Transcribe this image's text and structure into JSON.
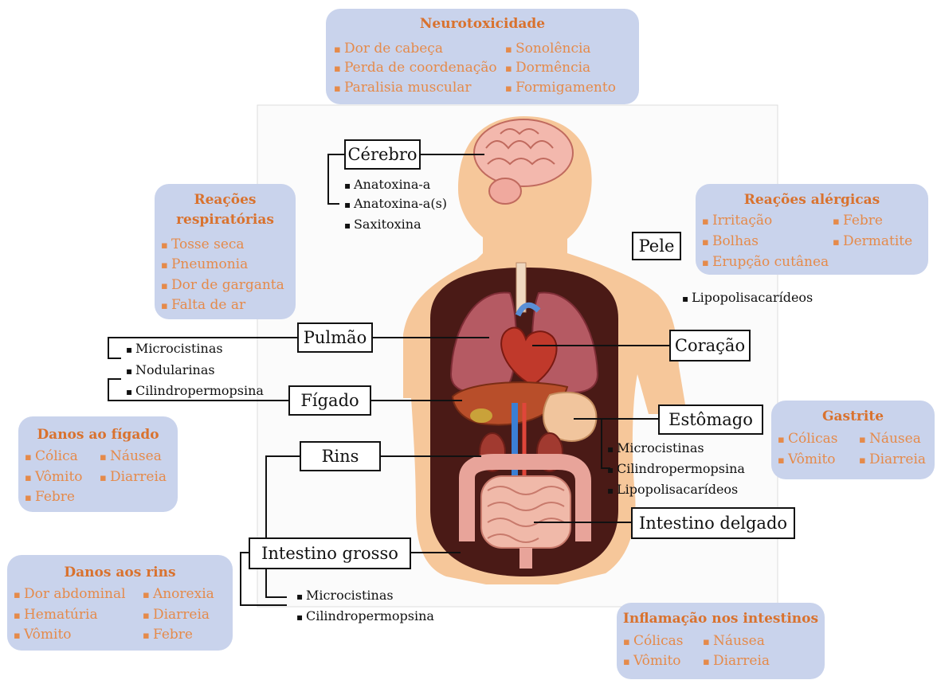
{
  "organs": {
    "cerebro": "Cérebro",
    "pele": "Pele",
    "pulmao": "Pulmão",
    "coracao": "Coração",
    "figado": "Fígado",
    "estomago": "Estômago",
    "rins": "Rins",
    "intestino_delgado": "Intestino delgado",
    "intestino_grosso": "Intestino grosso"
  },
  "toxins": {
    "cerebro": [
      "Anatoxina-a",
      "Anatoxina-a(s)",
      "Saxitoxina"
    ],
    "pele": [
      "Lipopolisacarídeos"
    ],
    "pulmao_figado": [
      "Microcistinas",
      "Nodularinas",
      "Cilindropermopsina"
    ],
    "estomago": [
      "Microcistinas",
      "Cilindropermopsina",
      "Lipopolisacarídeos"
    ],
    "intestino": [
      "Microcistinas",
      "Cilindropermopsina"
    ]
  },
  "effects": {
    "neuro": {
      "title": "Neurotoxicidade",
      "items": [
        "Dor de cabeça",
        "Sonolência",
        "Perda de coordenação",
        "Dormência",
        "Paralisia muscular",
        "Formigamento"
      ]
    },
    "resp": {
      "title_line1": "Reações",
      "title_line2": "respiratórias",
      "items": [
        "Tosse seca",
        "Pneumonia",
        "Dor de garganta",
        "Falta de ar"
      ]
    },
    "alerg": {
      "title": "Reações alérgicas",
      "items": [
        "Irritação",
        "Febre",
        "Bolhas",
        "Dermatite",
        "Erupção cutânea"
      ]
    },
    "figado": {
      "title": "Danos ao fígado",
      "items": [
        "Cólica",
        "Náusea",
        "Vômito",
        "Diarreia",
        "Febre"
      ]
    },
    "gastrite": {
      "title": "Gastrite",
      "items": [
        "Cólicas",
        "Náusea",
        "Vômito",
        "Diarreia"
      ]
    },
    "rins": {
      "title": "Danos aos rins",
      "items": [
        "Dor abdominal",
        "Anorexia",
        "Hematúria",
        "Diarreia",
        "Vômito",
        "Febre"
      ]
    },
    "intest": {
      "title": "Inflamação nos intestinos",
      "items": [
        "Cólicas",
        "Náusea",
        "Vômito",
        "Diarreia"
      ]
    }
  },
  "colors": {
    "panel_bg": "#c9d3ec",
    "panel_text": "#e07d3c",
    "skin": "#f6c79a",
    "cavity": "#4a1a16"
  }
}
